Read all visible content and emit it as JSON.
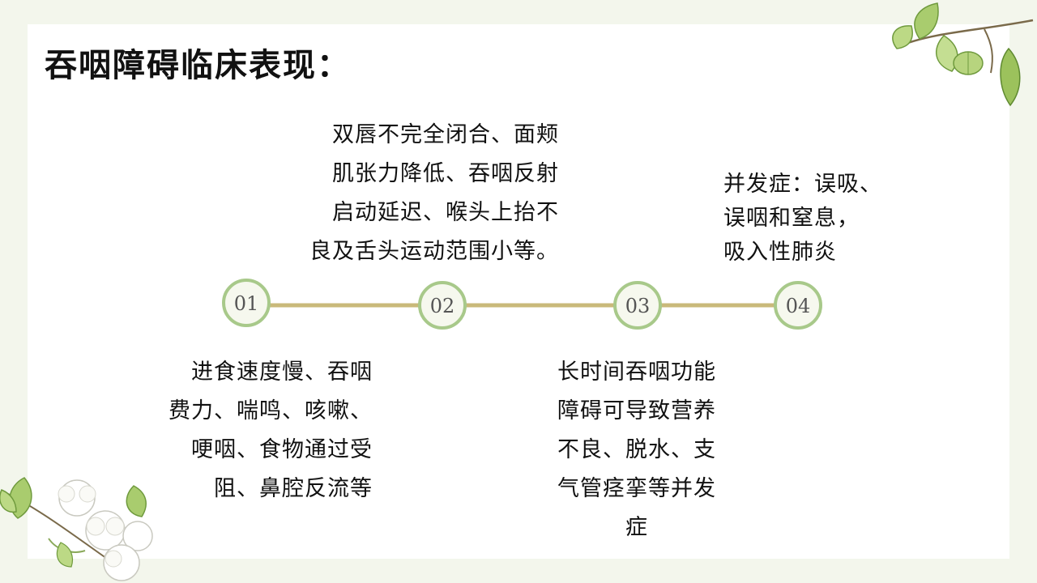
{
  "title": "吞咽障碍临床表现：",
  "colors": {
    "line": "#c9b97a",
    "node_ring": "#a8c98a",
    "node_fill": "#f6f8ee",
    "background": "#f3f6ec"
  },
  "nodes": [
    {
      "label": "01"
    },
    {
      "label": "02"
    },
    {
      "label": "03"
    },
    {
      "label": "04"
    }
  ],
  "blocks": [
    {
      "lines": [
        "进食速度慢、吞咽",
        "费力、喘鸣、咳嗽、",
        "哽咽、食物通过受",
        "阻、鼻腔反流等"
      ]
    },
    {
      "lines": [
        "双唇不完全闭合、面颊",
        "肌张力降低、吞咽反射",
        "启动延迟、喉头上抬不",
        "良及舌头运动范围小等。"
      ]
    },
    {
      "lines": [
        "长时间吞咽功能",
        "障碍可导致营养",
        "不良、脱水、支",
        "气管痉挛等并发",
        "症"
      ]
    },
    {
      "lines": [
        "并发症：误吸、",
        "误咽和窒息，",
        "吸入性肺炎"
      ]
    }
  ]
}
